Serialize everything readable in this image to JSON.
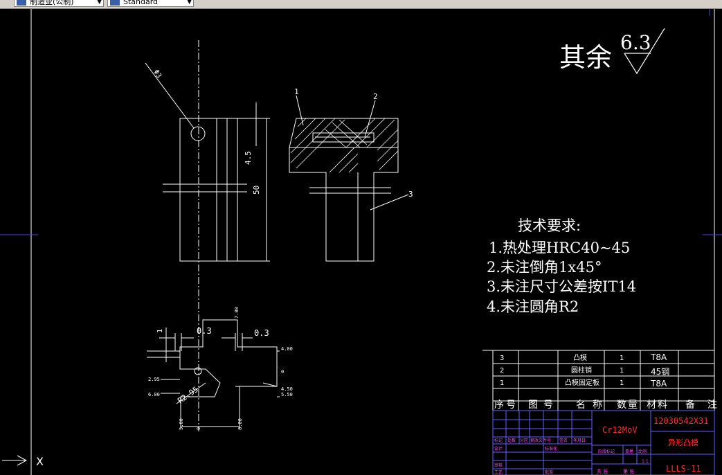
{
  "toolbar": {
    "layer_combo": "制造业(公制)",
    "style_combo": "Standard"
  },
  "drawing": {
    "roughness": {
      "prefix": "其余",
      "value": "6.3"
    },
    "tech_title": "技术要求:",
    "tech_items": [
      "1.热处理HRC40~45",
      "2.未注倒角1x45°",
      "3.未注尺寸公差按IT14",
      "4.未注圆角R2"
    ],
    "dims": {
      "hole_dia": "Φ3",
      "height_short": "4.5",
      "height_total": "50",
      "offset_left": "0.3",
      "offset_right": "0.3",
      "step_label": "1",
      "top_label": "7.00",
      "radius": "R2.95",
      "right_labels": [
        "4.00",
        "0",
        "4.50",
        "5.50"
      ],
      "left_labels": [
        "2.95",
        "6.00"
      ],
      "bottom_labels": [
        "5.00",
        "0",
        "8.00"
      ]
    },
    "balloons": [
      "1",
      "2",
      "3"
    ],
    "ucs_label": "X"
  },
  "bom": {
    "rows": [
      {
        "no": "3",
        "name": "凸模",
        "qty": "1",
        "material": "T8A"
      },
      {
        "no": "2",
        "name": "圆柱销",
        "qty": "1",
        "material": "45钢"
      },
      {
        "no": "1",
        "name": "凸模固定板",
        "qty": "1",
        "material": "T8A"
      }
    ],
    "header": {
      "no": "序号",
      "code": "图号",
      "name": "名称",
      "qty": "数量",
      "material": "材料",
      "note": "备注"
    }
  },
  "title_block": {
    "material": "Cr12MoV",
    "drawing_no": "12030542X31",
    "part_name": "异形凸模",
    "code": "LLLS-11",
    "labels": [
      "标记",
      "处数",
      "分区",
      "更改文件号",
      "签名",
      "年月日",
      "设计",
      "标准化",
      "阶段标记",
      "重量",
      "比例",
      "审核",
      "工艺",
      "批准",
      "共 张",
      "第 张"
    ],
    "scale": "1:1"
  },
  "colors": {
    "background": "#000000",
    "lines": "#ffffff",
    "frame": "#ffffff",
    "crosshair": "#3a4bd8",
    "bom_text": "#ffffff",
    "title_red": "#ff3030",
    "title_magenta": "#ff40ff",
    "title_frame": "#6060ff"
  }
}
